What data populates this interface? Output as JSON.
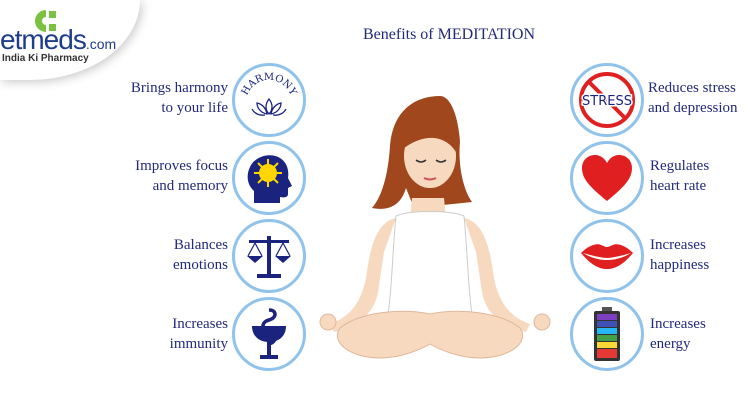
{
  "logo": {
    "name": "etmeds",
    "suffix": ".com",
    "tagline": "India Ki Pharmacy",
    "color": "#7bc142"
  },
  "title": "Benefits of MEDITATION",
  "left": [
    {
      "line1": "Brings harmony",
      "line2": "to your life",
      "icon": "harmony-lotus-icon",
      "icon_text": "HARMONY"
    },
    {
      "line1": "Improves focus",
      "line2": "and memory",
      "icon": "head-brain-icon"
    },
    {
      "line1": "Balances",
      "line2": "emotions",
      "icon": "scales-icon"
    },
    {
      "line1": "Increases",
      "line2": "immunity",
      "icon": "bowl-of-hygieia-icon"
    }
  ],
  "right": [
    {
      "line1": "Reduces stress",
      "line2": "and depression",
      "icon": "no-stress-icon",
      "icon_text": "STRESS"
    },
    {
      "line1": "Regulates",
      "line2": "heart  rate",
      "icon": "heart-icon"
    },
    {
      "line1": "Increases",
      "line2": "happiness",
      "icon": "lips-smile-icon"
    },
    {
      "line1": "Increases",
      "line2": "energy",
      "icon": "battery-icon"
    }
  ],
  "colors": {
    "text": "#222a7a",
    "ring": "#8fc3ec",
    "icon": "#1a237e",
    "red": "#e02020"
  }
}
